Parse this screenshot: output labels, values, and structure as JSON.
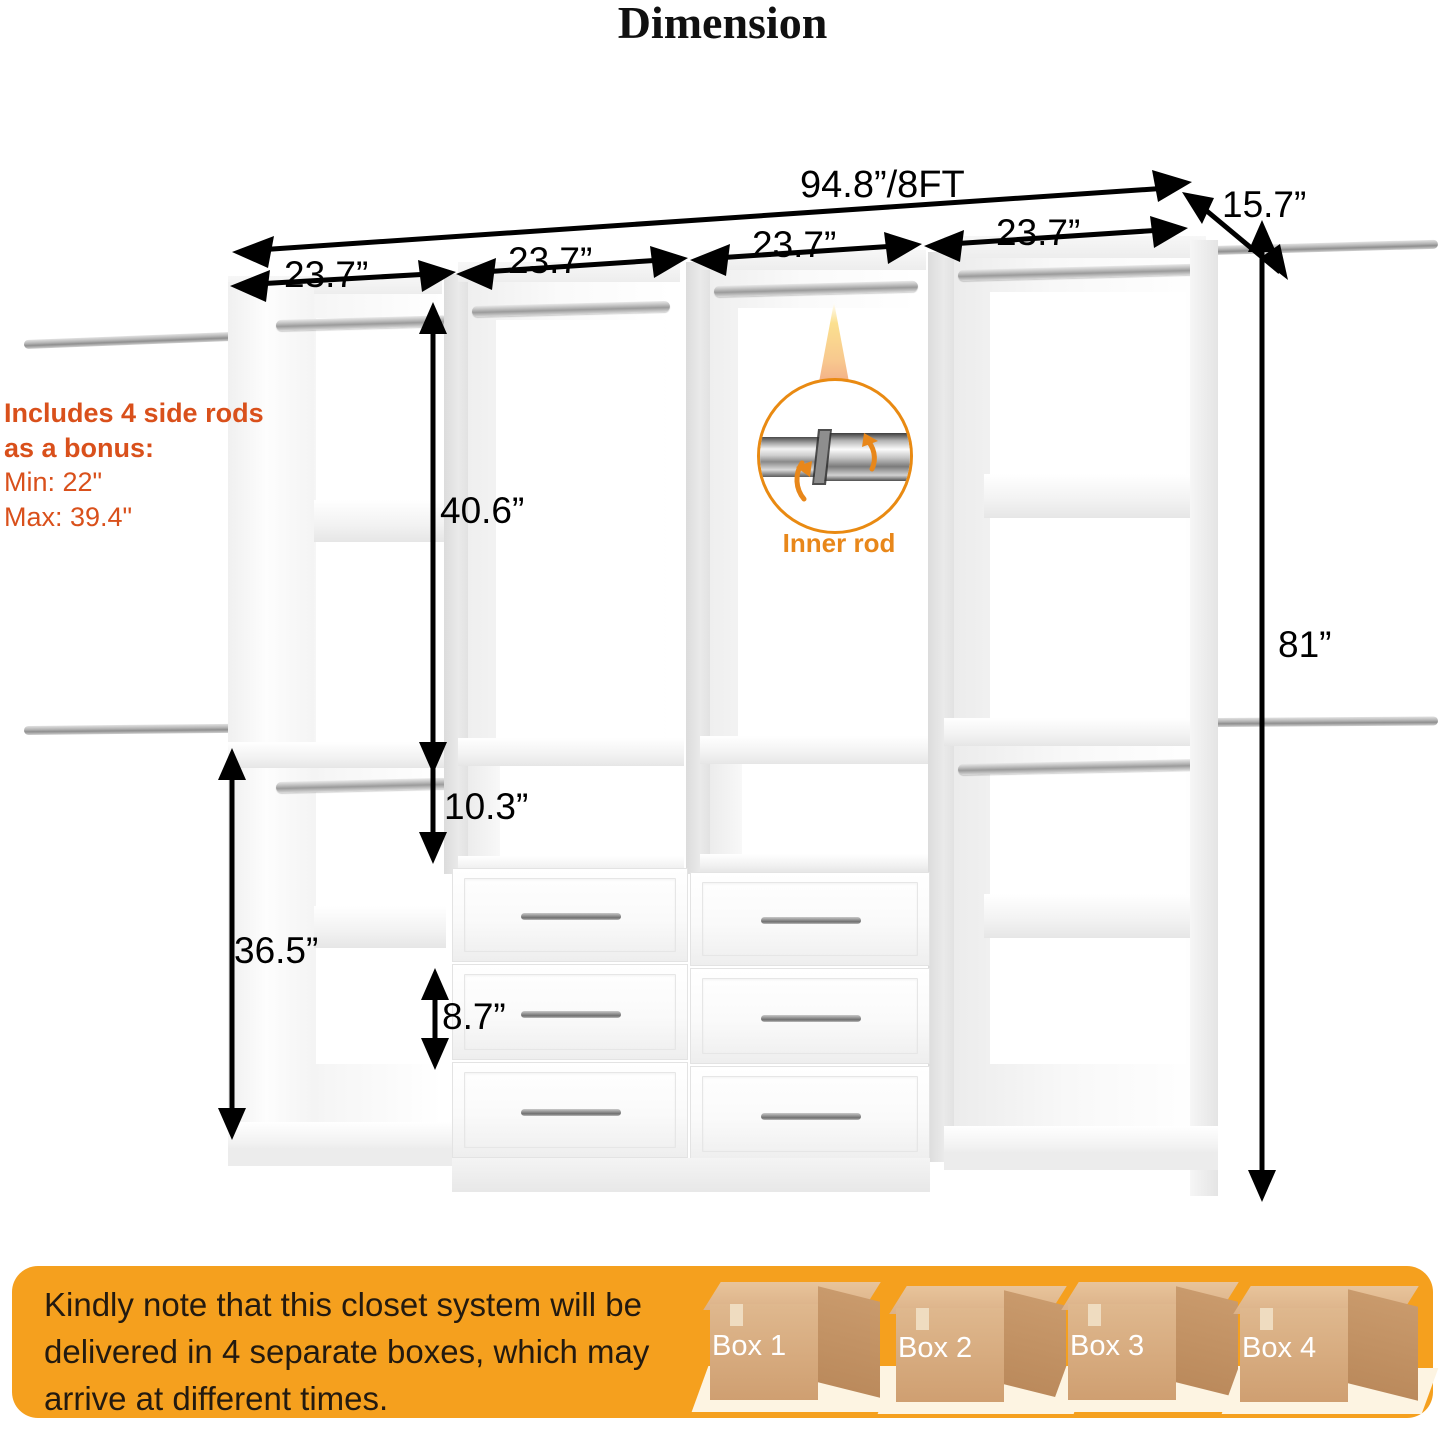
{
  "page": {
    "title": "Dimension"
  },
  "dimensions": {
    "total_width": "94.8”/8FT",
    "depth": "15.7”",
    "total_height": "81”",
    "section_widths": [
      "23.7”",
      "23.7”",
      "23.7”",
      "23.7”"
    ],
    "hanging_height": "40.6”",
    "shelf_gap": "10.3”",
    "lower_height": "36.5”",
    "drawer_height": "8.7”"
  },
  "side_rods_note": {
    "line1": "Includes 4 side rods",
    "line2": " as a bonus:",
    "line3": "Min: 22\"",
    "line4": "Max: 39.4\""
  },
  "callout": {
    "label": "Inner rod",
    "icon": "magnifier-circle-icon"
  },
  "shipping_notice": {
    "text": "Kindly note that this closet system will be delivered in 4 separate boxes, which may arrive at different times.",
    "boxes": [
      "Box 1",
      "Box 2",
      "Box 3",
      "Box 4"
    ]
  },
  "colors": {
    "accent_orange": "#F5A01E",
    "note_red": "#D9501B",
    "callout_orange": "#E8871A",
    "cabinet_white": "#FBFBFB",
    "rod_silver": "#9B9B9B",
    "box_cardboard": "#DFB88E"
  }
}
